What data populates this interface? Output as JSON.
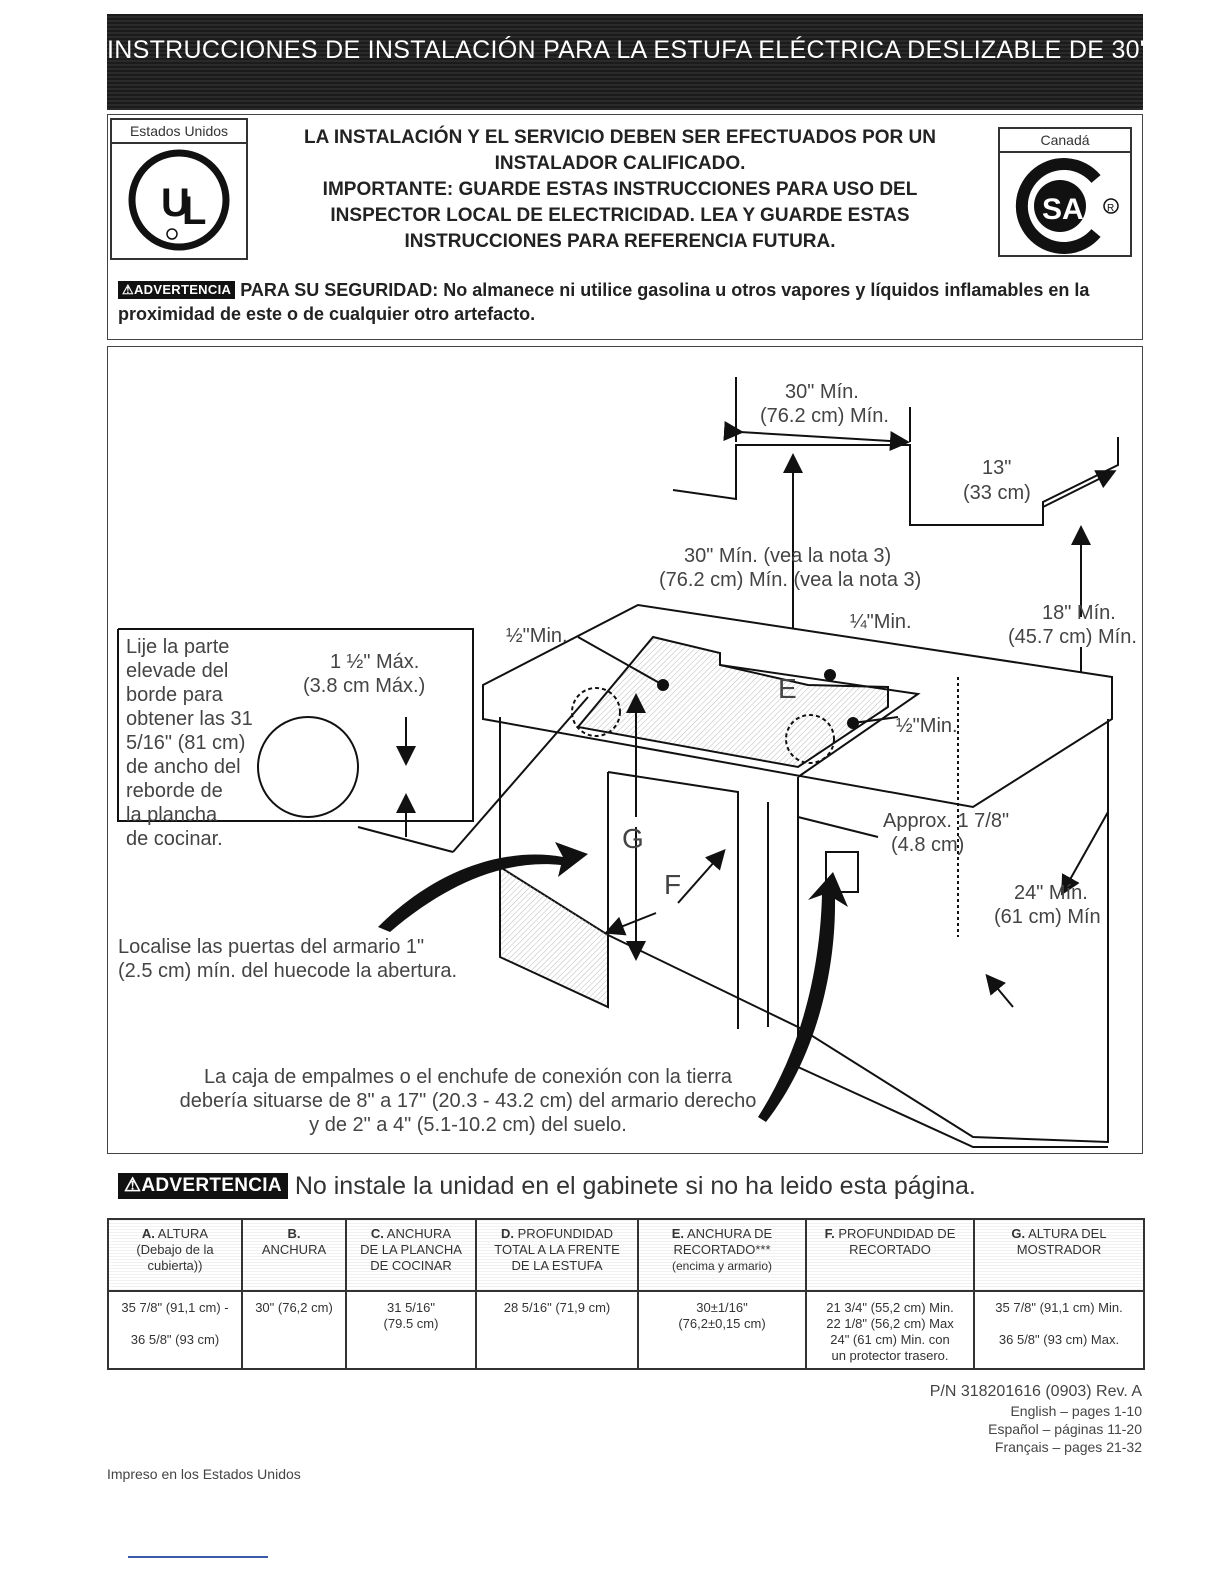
{
  "banner": {
    "title": "INSTRUCCIONES DE INSTALACIÓN PARA LA ESTUFA ELÉCTRICA DESLIZABLE DE 30\""
  },
  "logos": {
    "left": {
      "caption": "Estados Unidos",
      "mark": "UL"
    },
    "right": {
      "caption": "Canadá",
      "mark": "SA"
    }
  },
  "install": {
    "lines": [
      "LA INSTALACIÓN Y EL SERVICIO DEBEN SER EFECTUADOS POR UN",
      "INSTALADOR CALIFICADO.",
      "IMPORTANTE: GUARDE  ESTAS INSTRUCCIONES PARA USO DEL",
      "INSPECTOR LOCAL DE ELECTRICIDAD.  LEA Y GUARDE ESTAS",
      "INSTRUCCIONES PARA REFERENCIA FUTURA."
    ]
  },
  "warning": {
    "badge": "ADVERTENCIA",
    "text": "PARA SU SEGURIDAD: No almanece ni utilice gasolina u otros vapores y líquidos inflamables en la proximidad de este o de cualquier otro artefacto."
  },
  "diagram": {
    "top_width": [
      "30\" Mín.",
      "(76.2 cm) Mín."
    ],
    "side_13": [
      "13\"",
      "(33 cm)"
    ],
    "vertical_30": [
      "30\" Mín. (vea la nota 3)",
      "(76.2 cm) Mín. (vea la nota 3)"
    ],
    "side_18": [
      "18\" Mín.",
      "(45.7 cm) Mín."
    ],
    "half_min_left": "½\"Min.",
    "quarter_min": "¼\"Min.",
    "half_min_right": "½\"Min.",
    "max_15": [
      "1 ½\" Máx.",
      "(3.8 cm Máx.)"
    ],
    "approx": [
      "Approx. 1 7/8\"",
      "(4.8 cm)"
    ],
    "side_24": [
      "24\" Mín.",
      "(61 cm) Mín"
    ],
    "letters": {
      "e": "E",
      "g": "G",
      "f": "F"
    },
    "sand_note": [
      "Lije la parte",
      "elevade del",
      "borde para",
      "obtener las 31",
      "5/16\" (81 cm)",
      "de ancho del",
      "reborde de",
      "la plancha",
      "de cocinar."
    ],
    "doors_note": [
      "Localise las puertas del armario 1\"",
      "(2.5 cm) mín. del huecode la abertura."
    ],
    "junction_note": [
      "La caja de empalmes o el enchufe de conexión con la tierra",
      "debería situarse de 8\" a 17\" (20.3 - 43.2 cm) del armario derecho",
      "y de 2\" a 4\" (5.1-10.2 cm) del suelo."
    ]
  },
  "warning2": {
    "badge": "ADVERTENCIA",
    "text": "No instale la unidad en el gabinete si no ha leido esta página."
  },
  "table": {
    "headers": [
      {
        "letter": "A.",
        "lines": [
          "ALTURA",
          "(Debajo de la",
          "cubierta))"
        ]
      },
      {
        "letter": "B.",
        "lines": [
          "ANCHURA"
        ]
      },
      {
        "letter": "C.",
        "lines": [
          "ANCHURA",
          "DE LA PLANCHA",
          "DE COCINAR"
        ]
      },
      {
        "letter": "D.",
        "lines": [
          "PROFUNDIDAD",
          "TOTAL A LA FRENTE",
          "DE LA ESTUFA"
        ]
      },
      {
        "letter": "E.",
        "lines": [
          "ANCHURA DE",
          "RECORTADO***",
          "(encima y armario)"
        ]
      },
      {
        "letter": "F.",
        "lines": [
          "PROFUNDIDAD DE",
          "RECORTADO"
        ]
      },
      {
        "letter": "G.",
        "lines": [
          "ALTURA DEL",
          "MOSTRADOR"
        ]
      }
    ],
    "row": [
      [
        "35 7/8\" (91,1 cm) -",
        "",
        "36 5/8\" (93 cm)"
      ],
      [
        "30\" (76,2 cm)"
      ],
      [
        "31 5/16\"",
        "(79.5 cm)"
      ],
      [
        "28 5/16\" (71,9 cm)"
      ],
      [
        "30±1/16\"",
        "(76,2±0,15 cm)"
      ],
      [
        "21 3/4\" (55,2 cm) Min.",
        "22 1/8\" (56,2 cm) Max",
        "24\" (61 cm) Min. con",
        "un protector trasero."
      ],
      [
        "35 7/8\" (91,1 cm) Min.",
        "",
        "36 5/8\" (93 cm) Max."
      ]
    ]
  },
  "footer": {
    "pn": "P/N 318201616 (0903) Rev. A",
    "lines": [
      "English – pages 1-10",
      "Español – páginas 11-20",
      "Français – pages 21-32"
    ],
    "printed": "Impreso en los Estados Unidos"
  }
}
